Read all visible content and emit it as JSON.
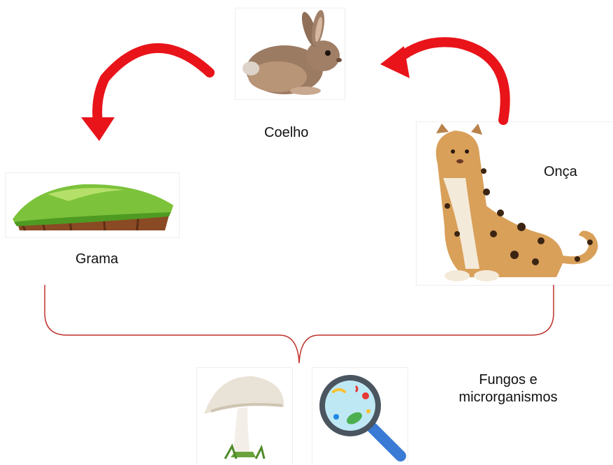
{
  "nodes": {
    "coelho": {
      "label": "Coelho",
      "icon": "rabbit-icon"
    },
    "onca": {
      "label": "Onça",
      "icon": "jaguar-icon"
    },
    "grama": {
      "label": "Grama",
      "icon": "grass-mound-icon"
    },
    "decompositores": {
      "label_line1": "Fungos e",
      "label_line2": "microrganismos",
      "icons": [
        "mushroom-icon",
        "magnifier-microbes-icon"
      ]
    }
  },
  "colors": {
    "arrow": "#e8141a",
    "bracket": "#c0312b"
  }
}
